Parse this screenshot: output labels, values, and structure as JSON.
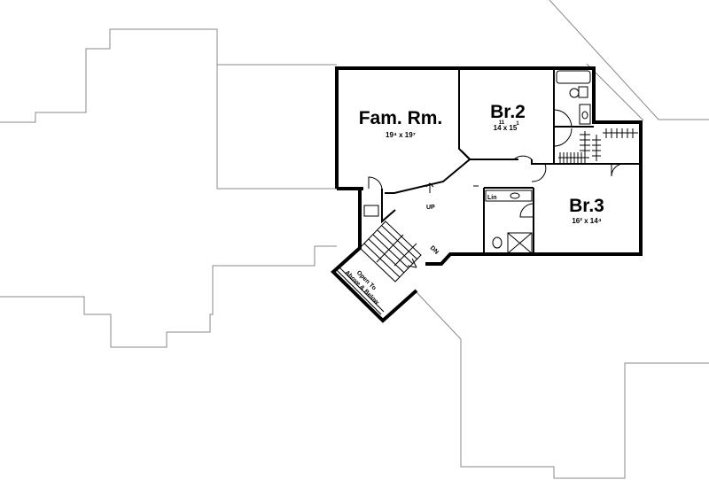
{
  "plan": {
    "rooms": [
      {
        "name": "Fam. Rm.",
        "dim": "19⁴ x 19⁷"
      },
      {
        "name": "Br.2",
        "dim": "14 x 15",
        "dim_sup_1": "11",
        "dim_sup_2": "1"
      },
      {
        "name": "Br.3",
        "dim": "16² x 14⁴"
      }
    ],
    "labels": {
      "lin": "Lin",
      "up": "UP",
      "dn": "DN",
      "open_line1": "Open To",
      "open_line2": "Above & Below"
    }
  }
}
